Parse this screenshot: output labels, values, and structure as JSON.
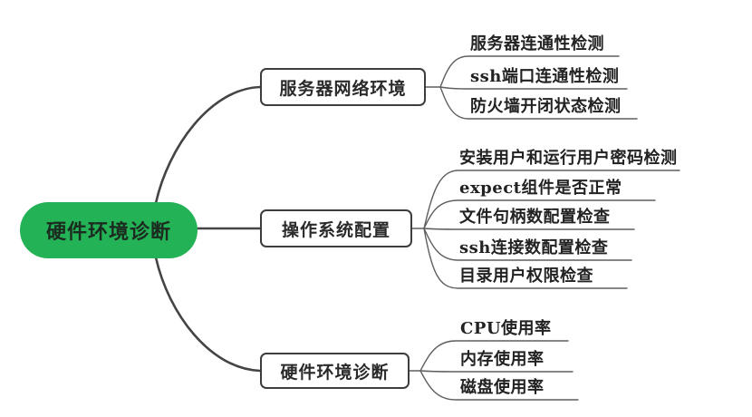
{
  "diagram": {
    "type": "mindmap",
    "root": {
      "label": "硬件环境诊断"
    },
    "branches": [
      {
        "label": "服务器网络环境",
        "children": [
          {
            "label": "服务器连通性检测"
          },
          {
            "label": "ssh端口连通性检测"
          },
          {
            "label": "防火墙开闭状态检测"
          }
        ]
      },
      {
        "label": "操作系统配置",
        "children": [
          {
            "label": "安装用户和运行用户密码检测"
          },
          {
            "label": "expect组件是否正常"
          },
          {
            "label": "文件句柄数配置检查"
          },
          {
            "label": "ssh连接数配置检查"
          },
          {
            "label": "目录用户权限检查"
          }
        ]
      },
      {
        "label": "硬件环境诊断",
        "children": [
          {
            "label": "CPU使用率"
          },
          {
            "label": "内存使用率"
          },
          {
            "label": "磁盘使用率"
          }
        ]
      }
    ],
    "colors": {
      "root_fill": "#24b257",
      "branch_border": "#3d3d3d",
      "main_line": "#444444",
      "leaf_line": "#5f5f5f",
      "text": "#222222"
    }
  }
}
